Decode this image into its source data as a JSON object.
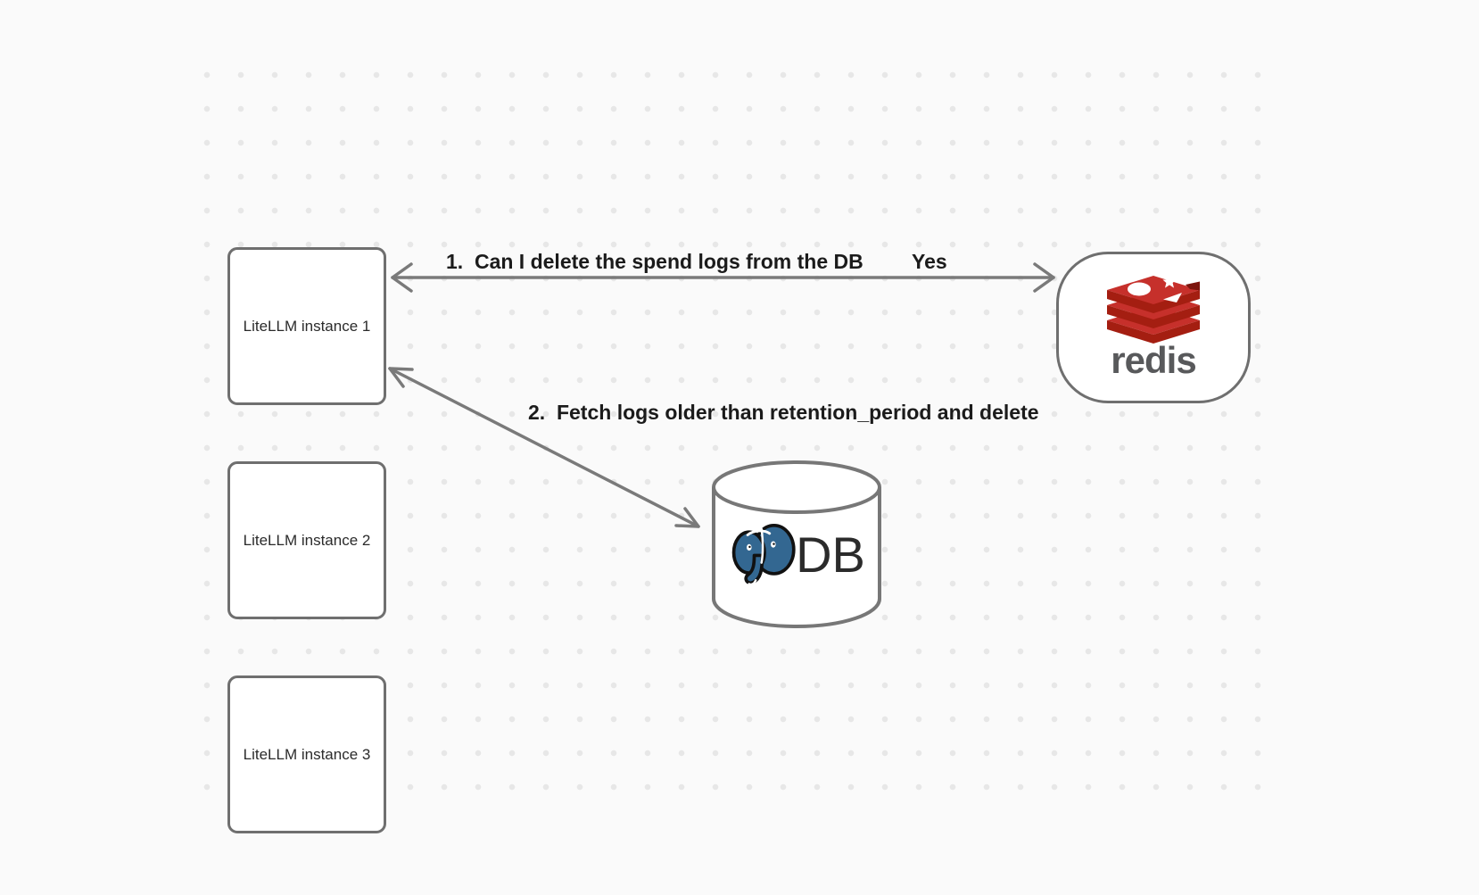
{
  "diagram": {
    "background_color": "#fafafa",
    "dot_color": "#e7e7e7",
    "shape_stroke_color": "#6f6f6f",
    "arrow_color": "#7a7a7a",
    "label_color": "#1b1b1b"
  },
  "nodes": {
    "instance1": {
      "label": "LiteLLM instance 1"
    },
    "instance2": {
      "label": "LiteLLM instance 2"
    },
    "instance3": {
      "label": "LiteLLM instance 3"
    },
    "redis": {
      "wordmark": "redis",
      "logo_red": "#C6302B",
      "logo_dark_red": "#A41E11"
    },
    "database": {
      "label": "DB",
      "postgres_blue": "#336791"
    }
  },
  "arrows": {
    "arrow1": {
      "label": "1.  Can I delete the spend logs from the DB",
      "reply": "Yes",
      "from": "redis",
      "to": "instance1",
      "style": "double-headed"
    },
    "arrow2": {
      "label": "2.  Fetch logs older than retention_period and delete",
      "from": "instance1",
      "to": "database",
      "style": "double-headed"
    }
  },
  "icons": {
    "redis_icon": "redis-logo-icon",
    "postgres_icon": "postgresql-elephant-icon"
  }
}
